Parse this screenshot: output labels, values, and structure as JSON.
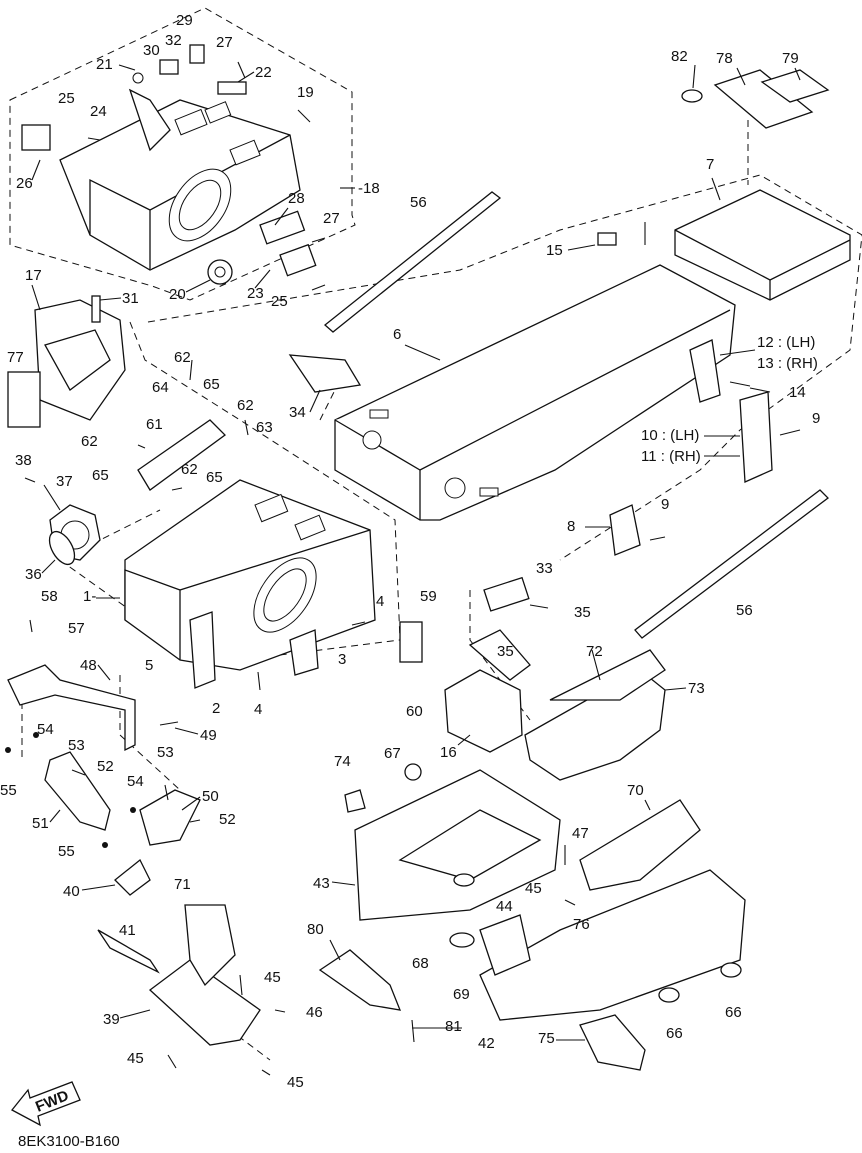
{
  "diagram": {
    "drawing_code": "8EK3100-B160",
    "fwd_label": "FWD",
    "labels": [
      {
        "id": "l1",
        "text": "1-"
      },
      {
        "id": "l2",
        "text": "2"
      },
      {
        "id": "l3",
        "text": "3"
      },
      {
        "id": "l4a",
        "text": "4"
      },
      {
        "id": "l4b",
        "text": "4"
      },
      {
        "id": "l5",
        "text": "5"
      },
      {
        "id": "l6",
        "text": "6"
      },
      {
        "id": "l7",
        "text": "7"
      },
      {
        "id": "l8",
        "text": "8"
      },
      {
        "id": "l9a",
        "text": "9"
      },
      {
        "id": "l9b",
        "text": "9"
      },
      {
        "id": "l10",
        "text": "10 : (LH)"
      },
      {
        "id": "l11",
        "text": "11 : (RH)"
      },
      {
        "id": "l12",
        "text": "12 : (LH)"
      },
      {
        "id": "l13",
        "text": "13 : (RH)"
      },
      {
        "id": "l14",
        "text": "14"
      },
      {
        "id": "l15",
        "text": "15"
      },
      {
        "id": "l16",
        "text": "16"
      },
      {
        "id": "l17",
        "text": "17"
      },
      {
        "id": "l18",
        "text": "-18"
      },
      {
        "id": "l19",
        "text": "19"
      },
      {
        "id": "l20",
        "text": "20"
      },
      {
        "id": "l21",
        "text": "21"
      },
      {
        "id": "l22",
        "text": "22"
      },
      {
        "id": "l23",
        "text": "23"
      },
      {
        "id": "l24",
        "text": "24"
      },
      {
        "id": "l25a",
        "text": "25"
      },
      {
        "id": "l25b",
        "text": "25"
      },
      {
        "id": "l26",
        "text": "26"
      },
      {
        "id": "l27a",
        "text": "27"
      },
      {
        "id": "l27b",
        "text": "27"
      },
      {
        "id": "l28",
        "text": "28"
      },
      {
        "id": "l29",
        "text": "29"
      },
      {
        "id": "l30",
        "text": "30"
      },
      {
        "id": "l31",
        "text": "31"
      },
      {
        "id": "l32",
        "text": "32"
      },
      {
        "id": "l33",
        "text": "33"
      },
      {
        "id": "l34",
        "text": "34"
      },
      {
        "id": "l35a",
        "text": "35"
      },
      {
        "id": "l35b",
        "text": "35"
      },
      {
        "id": "l36",
        "text": "36"
      },
      {
        "id": "l37",
        "text": "37"
      },
      {
        "id": "l38",
        "text": "38"
      },
      {
        "id": "l39",
        "text": "39"
      },
      {
        "id": "l40",
        "text": "40"
      },
      {
        "id": "l41",
        "text": "41"
      },
      {
        "id": "l42",
        "text": "42"
      },
      {
        "id": "l43",
        "text": "43"
      },
      {
        "id": "l44",
        "text": "44"
      },
      {
        "id": "l45a",
        "text": "45"
      },
      {
        "id": "l45b",
        "text": "45"
      },
      {
        "id": "l45c",
        "text": "45"
      },
      {
        "id": "l45d",
        "text": "45"
      },
      {
        "id": "l46",
        "text": "46"
      },
      {
        "id": "l47",
        "text": "47"
      },
      {
        "id": "l48",
        "text": "48"
      },
      {
        "id": "l49",
        "text": "49"
      },
      {
        "id": "l50",
        "text": "50"
      },
      {
        "id": "l51",
        "text": "51"
      },
      {
        "id": "l52a",
        "text": "52"
      },
      {
        "id": "l52b",
        "text": "52"
      },
      {
        "id": "l53a",
        "text": "53"
      },
      {
        "id": "l53b",
        "text": "53"
      },
      {
        "id": "l54a",
        "text": "54"
      },
      {
        "id": "l54b",
        "text": "54"
      },
      {
        "id": "l55a",
        "text": "55"
      },
      {
        "id": "l55b",
        "text": "55"
      },
      {
        "id": "l56a",
        "text": "56"
      },
      {
        "id": "l56b",
        "text": "56"
      },
      {
        "id": "l57",
        "text": "57"
      },
      {
        "id": "l58",
        "text": "58"
      },
      {
        "id": "l59",
        "text": "59"
      },
      {
        "id": "l60",
        "text": "60"
      },
      {
        "id": "l61",
        "text": "61"
      },
      {
        "id": "l62a",
        "text": "62"
      },
      {
        "id": "l62b",
        "text": "62"
      },
      {
        "id": "l62c",
        "text": "62"
      },
      {
        "id": "l62d",
        "text": "62"
      },
      {
        "id": "l63",
        "text": "63"
      },
      {
        "id": "l64",
        "text": "64"
      },
      {
        "id": "l65a",
        "text": "65"
      },
      {
        "id": "l65b",
        "text": "65"
      },
      {
        "id": "l65c",
        "text": "65"
      },
      {
        "id": "l66a",
        "text": "66"
      },
      {
        "id": "l66b",
        "text": "66"
      },
      {
        "id": "l67",
        "text": "67"
      },
      {
        "id": "l68",
        "text": "68"
      },
      {
        "id": "l69",
        "text": "69"
      },
      {
        "id": "l70",
        "text": "70"
      },
      {
        "id": "l71",
        "text": "71"
      },
      {
        "id": "l72",
        "text": "72"
      },
      {
        "id": "l73",
        "text": "73"
      },
      {
        "id": "l74",
        "text": "74"
      },
      {
        "id": "l75",
        "text": "75"
      },
      {
        "id": "l76",
        "text": "76"
      },
      {
        "id": "l77",
        "text": "77"
      },
      {
        "id": "l78",
        "text": "78"
      },
      {
        "id": "l79",
        "text": "79"
      },
      {
        "id": "l80",
        "text": "80"
      },
      {
        "id": "l81",
        "text": "81"
      },
      {
        "id": "l82",
        "text": "82"
      }
    ]
  }
}
